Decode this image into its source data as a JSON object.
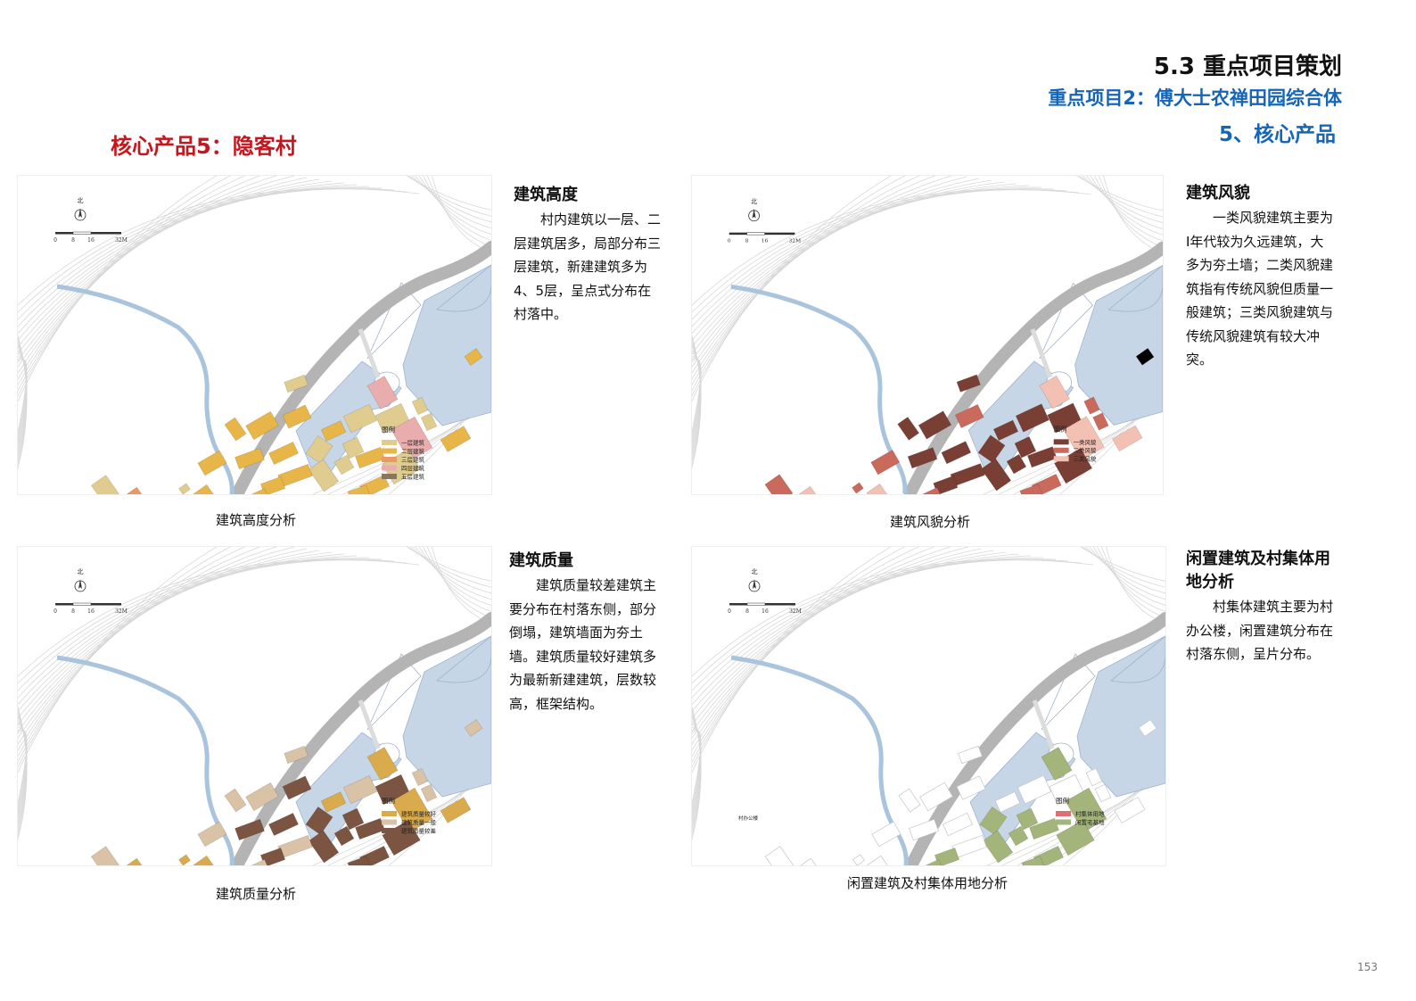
{
  "header": {
    "section": "5.3 重点项目策划",
    "project": "重点项目2：傅大士农禅田园综合体",
    "subsection": "5、核心产品"
  },
  "product_title": "核心产品5：隐客村",
  "map_common": {
    "north": "北",
    "scale_labels": [
      "0",
      "8",
      "16",
      "32M"
    ],
    "legend_title": "图例"
  },
  "panels": [
    {
      "id": "height",
      "heading": "建筑高度",
      "text": "村内建筑以一层、二层建筑居多，局部分布三层建筑，新建建筑多为4、5层，呈点式分布在村落中。",
      "caption": "建筑高度分析",
      "legend": [
        {
          "label": "一层建筑",
          "color": "#e0cc8e"
        },
        {
          "label": "二层建筑",
          "color": "#e8b548"
        },
        {
          "label": "三层建筑",
          "color": "#e89a62"
        },
        {
          "label": "四层建筑",
          "color": "#e9adad"
        },
        {
          "label": "五层建筑",
          "color": "#8a7560"
        }
      ]
    },
    {
      "id": "style",
      "heading": "建筑风貌",
      "text": "一类风貌建筑主要为Ⅰ年代较为久远建筑，大多为夯土墙；二类风貌建筑指有传统风貌但质量一般建筑；三类风貌建筑与传统风貌建筑有较大冲突。",
      "caption": "建筑风貌分析",
      "legend": [
        {
          "label": "一类风貌",
          "color": "#7a3f34"
        },
        {
          "label": "二类风貌",
          "color": "#c96a5c"
        },
        {
          "label": "三类风貌",
          "color": "#f2c1b3"
        }
      ]
    },
    {
      "id": "quality",
      "heading": "建筑质量",
      "text": "建筑质量较差建筑主要分布在村落东侧，部分倒塌，建筑墙面为夯土墙。建筑质量较好建筑多为最新新建建筑，层数较高，框架结构。",
      "caption": "建筑质量分析",
      "legend": [
        {
          "label": "建筑质量较好",
          "color": "#d9ab4c"
        },
        {
          "label": "建筑质量一般",
          "color": "#d9c2a6"
        },
        {
          "label": "建筑质量较差",
          "color": "#7c5442"
        }
      ]
    },
    {
      "id": "idle",
      "heading": "闲置建筑及村集体用地分析",
      "text": "村集体建筑主要为村办公楼，闲置建筑分布在村落东侧，呈片分布。",
      "caption": "闲置建筑及村集体用地分析",
      "legend": [
        {
          "label": "村集体用地",
          "color": "#e07070"
        },
        {
          "label": "闲置宅基地",
          "color": "#a3b57a"
        }
      ],
      "map_label": "村办公楼"
    }
  ],
  "colors": {
    "water": "#c7d6e6",
    "road": "#b4b4b4",
    "river": "#a9c4dc",
    "contour": "#d8d8d8",
    "outline": "#c4c4c4"
  },
  "page_number": "153"
}
